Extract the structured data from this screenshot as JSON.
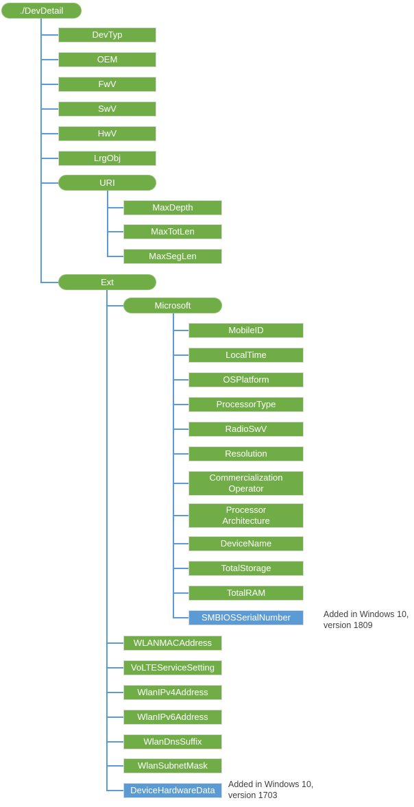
{
  "colors": {
    "node_green": "#70AD47",
    "node_blue": "#5B9BD5",
    "connector_blue": "#5B9BD5",
    "node_text": "#FFFFFF",
    "annotation_text": "#404040"
  },
  "tree": {
    "id": "devdetail",
    "label": "./DevDetail",
    "children": [
      {
        "id": "devtyp",
        "label": "DevTyp"
      },
      {
        "id": "oem",
        "label": "OEM"
      },
      {
        "id": "fwv",
        "label": "FwV"
      },
      {
        "id": "swv",
        "label": "SwV"
      },
      {
        "id": "hwv",
        "label": "HwV"
      },
      {
        "id": "lrgobj",
        "label": "LrgObj"
      },
      {
        "id": "uri",
        "label": "URI",
        "children": [
          {
            "id": "maxdepth",
            "label": "MaxDepth"
          },
          {
            "id": "maxtotlen",
            "label": "MaxTotLen"
          },
          {
            "id": "maxseglen",
            "label": "MaxSegLen"
          }
        ]
      },
      {
        "id": "ext",
        "label": "Ext",
        "children": [
          {
            "id": "microsoft",
            "label": "Microsoft",
            "children": [
              {
                "id": "mobileid",
                "label": "MobileID"
              },
              {
                "id": "localtime",
                "label": "LocalTime"
              },
              {
                "id": "osplatform",
                "label": "OSPlatform"
              },
              {
                "id": "processortype",
                "label": "ProcessorType"
              },
              {
                "id": "radioswv",
                "label": "RadioSwV"
              },
              {
                "id": "resolution",
                "label": "Resolution"
              },
              {
                "id": "commercialization-operator",
                "label": "Commercialization\nOperator"
              },
              {
                "id": "processor-architecture",
                "label": "Processor\nArchitecture"
              },
              {
                "id": "devicename",
                "label": "DeviceName"
              },
              {
                "id": "totalstorage",
                "label": "TotalStorage"
              },
              {
                "id": "totalram",
                "label": "TotalRAM"
              },
              {
                "id": "smbiosserialnumber",
                "label": "SMBIOSSerialNumber",
                "highlight": "blue",
                "note": "Added in Windows 10,\nversion 1809"
              }
            ]
          },
          {
            "id": "wlanmacaddress",
            "label": "WLANMACAddress"
          },
          {
            "id": "voltservicesetting",
            "label": "VoLTEServiceSetting"
          },
          {
            "id": "wlanipv4address",
            "label": "WlanIPv4Address"
          },
          {
            "id": "wlanipv6address",
            "label": "WlanIPv6Address"
          },
          {
            "id": "wlandnssuffix",
            "label": "WlanDnsSuffix"
          },
          {
            "id": "wlansubnetmask",
            "label": "WlanSubnetMask"
          },
          {
            "id": "devicehardwaredata",
            "label": "DeviceHardwareData",
            "highlight": "blue",
            "note": "Added in Windows 10,\nversion 1703"
          }
        ]
      }
    ]
  }
}
